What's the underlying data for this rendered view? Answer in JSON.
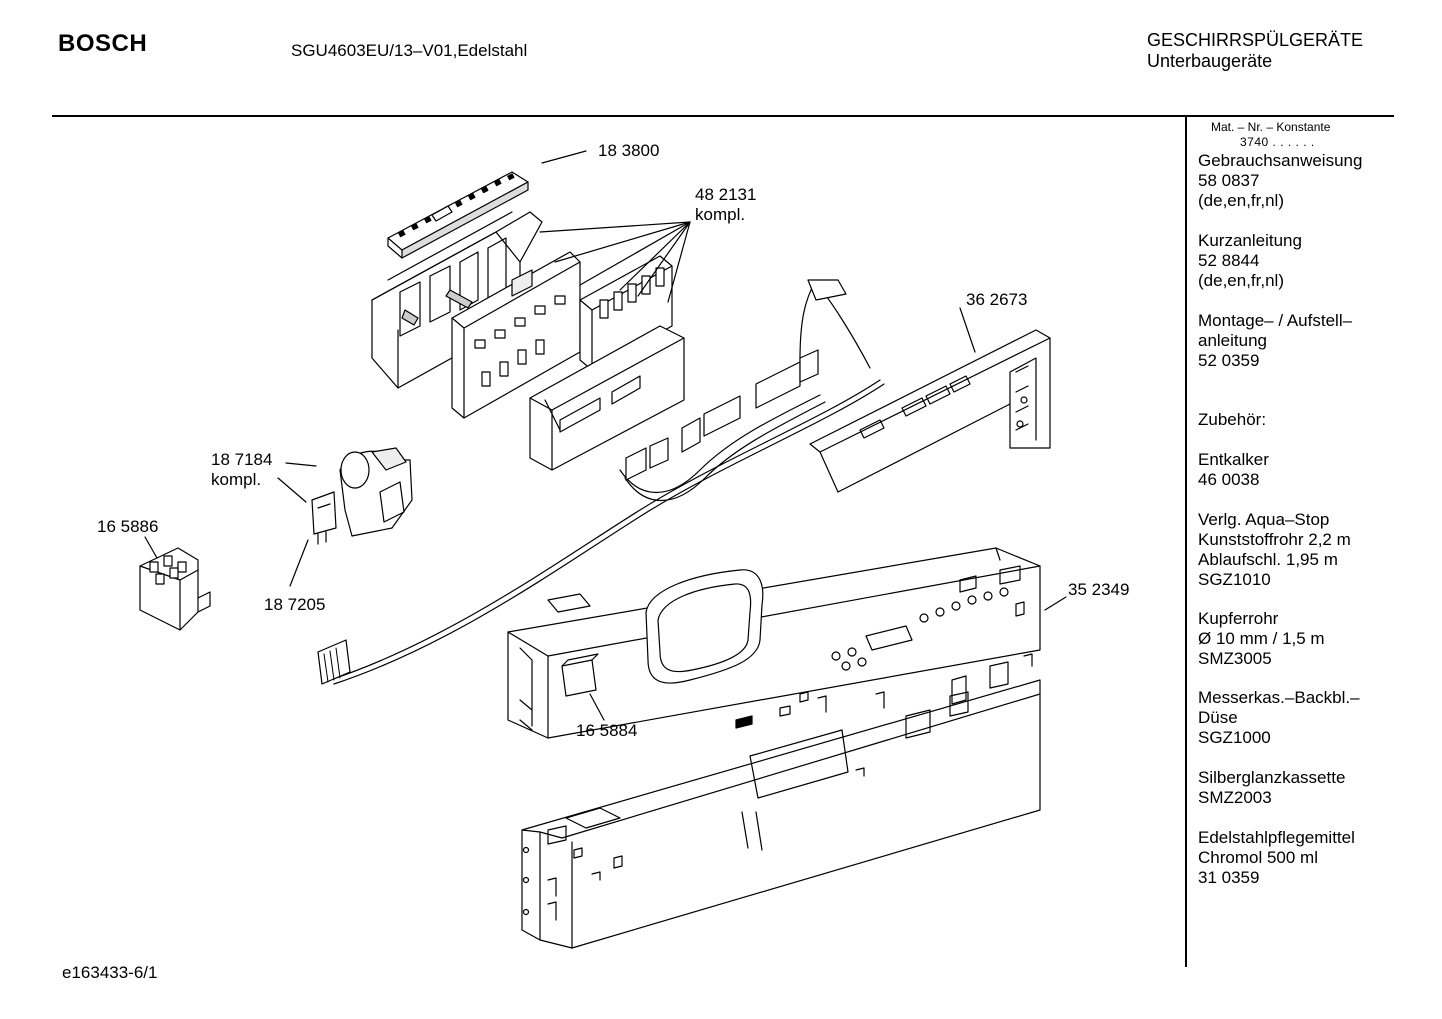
{
  "header": {
    "brand": "BOSCH",
    "model": "SGU4603EU/13–V01,Edelstahl",
    "category_line1": "GESCHIRRSPÜLGERÄTE",
    "category_line2": "Unterbaugeräte"
  },
  "sidebar": {
    "mat_label": "Mat. – Nr. – Konstante",
    "mat_value": "3740 . . . . . .",
    "entries": [
      {
        "lines": [
          "Gebrauchsanweisung",
          "58 0837",
          "(de,en,fr,nl)"
        ]
      },
      {
        "lines": [
          "Kurzanleitung",
          "52 8844",
          "(de,en,fr,nl)"
        ]
      },
      {
        "lines": [
          "Montage– / Aufstell–",
          "anleitung",
          "52 0359"
        ]
      },
      {
        "lines": [
          "Zubehör:"
        ]
      },
      {
        "lines": [
          "Entkalker",
          "46 0038"
        ]
      },
      {
        "lines": [
          "Verlg. Aqua–Stop",
          "Kunststoffrohr 2,2 m",
          "Ablaufschl. 1,95 m",
          "SGZ1010"
        ]
      },
      {
        "lines": [
          "Kupferrohr",
          "Ø 10 mm / 1,5 m",
          "SMZ3005"
        ]
      },
      {
        "lines": [
          "Messerkas.–Backbl.–",
          "Düse",
          "SGZ1000"
        ]
      },
      {
        "lines": [
          "Silberglanzkassette",
          "SMZ2003"
        ]
      },
      {
        "lines": [
          "Edelstahlpflegemittel",
          "Chromol 500 ml",
          "31 0359"
        ]
      }
    ]
  },
  "parts": {
    "p183800": "18 3800",
    "p482131": "48 2131",
    "p482131_note": "kompl.",
    "p362673": "36 2673",
    "p187184": "18 7184",
    "p187184_note": "kompl.",
    "p165886": "16 5886",
    "p187205": "18 7205",
    "p352349": "35 2349",
    "p165884": "16 5884"
  },
  "footer": {
    "doc_id": "e163433-6/1"
  }
}
